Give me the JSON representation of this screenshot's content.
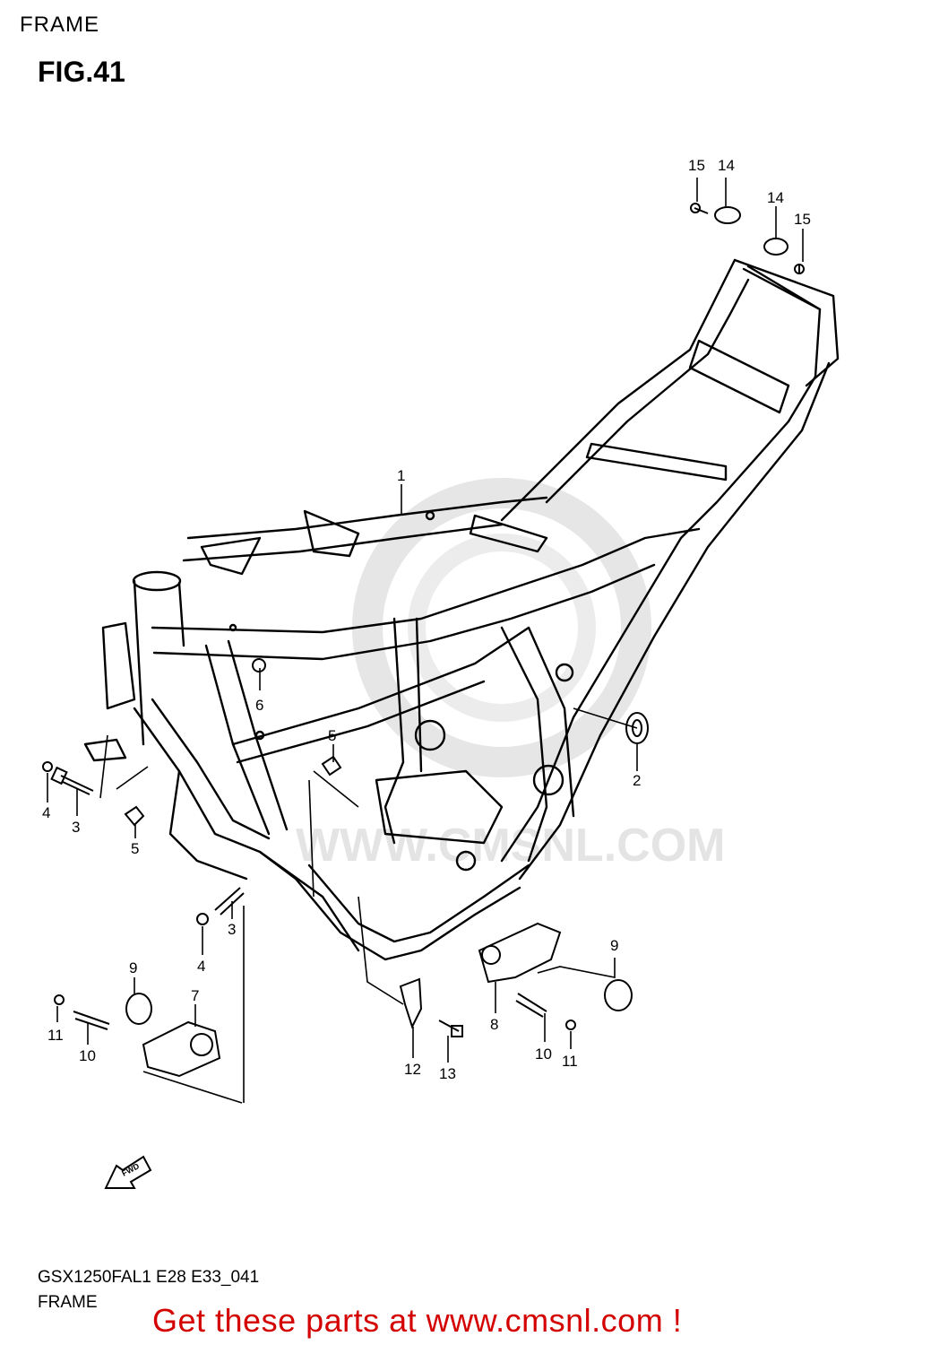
{
  "header": {
    "section": "FRAME",
    "figure": "FIG.41"
  },
  "footer": {
    "model_code": "GSX1250FAL1 E28 E33_041",
    "section_name": "FRAME"
  },
  "promo": {
    "text": "Get these parts at www.cmsnl.com !",
    "color": "#d40000"
  },
  "watermark": {
    "text": "WWW.CMSNL.COM",
    "color": "#e4e4e4"
  },
  "direction_arrow": {
    "label": "FWD"
  },
  "callouts": [
    {
      "id": "c15a",
      "num": "15"
    },
    {
      "id": "c14a",
      "num": "14"
    },
    {
      "id": "c14b",
      "num": "14"
    },
    {
      "id": "c15b",
      "num": "15"
    },
    {
      "id": "c1",
      "num": "1"
    },
    {
      "id": "c6",
      "num": "6"
    },
    {
      "id": "c5a",
      "num": "5"
    },
    {
      "id": "c2",
      "num": "2"
    },
    {
      "id": "c4a",
      "num": "4"
    },
    {
      "id": "c3a",
      "num": "3"
    },
    {
      "id": "c5b",
      "num": "5"
    },
    {
      "id": "c3b",
      "num": "3"
    },
    {
      "id": "c4b",
      "num": "4"
    },
    {
      "id": "c9a",
      "num": "9"
    },
    {
      "id": "c7",
      "num": "7"
    },
    {
      "id": "c11a",
      "num": "11"
    },
    {
      "id": "c10a",
      "num": "10"
    },
    {
      "id": "c9b",
      "num": "9"
    },
    {
      "id": "c8",
      "num": "8"
    },
    {
      "id": "c10b",
      "num": "10"
    },
    {
      "id": "c11b",
      "num": "11"
    },
    {
      "id": "c12",
      "num": "12"
    },
    {
      "id": "c13",
      "num": "13"
    }
  ]
}
